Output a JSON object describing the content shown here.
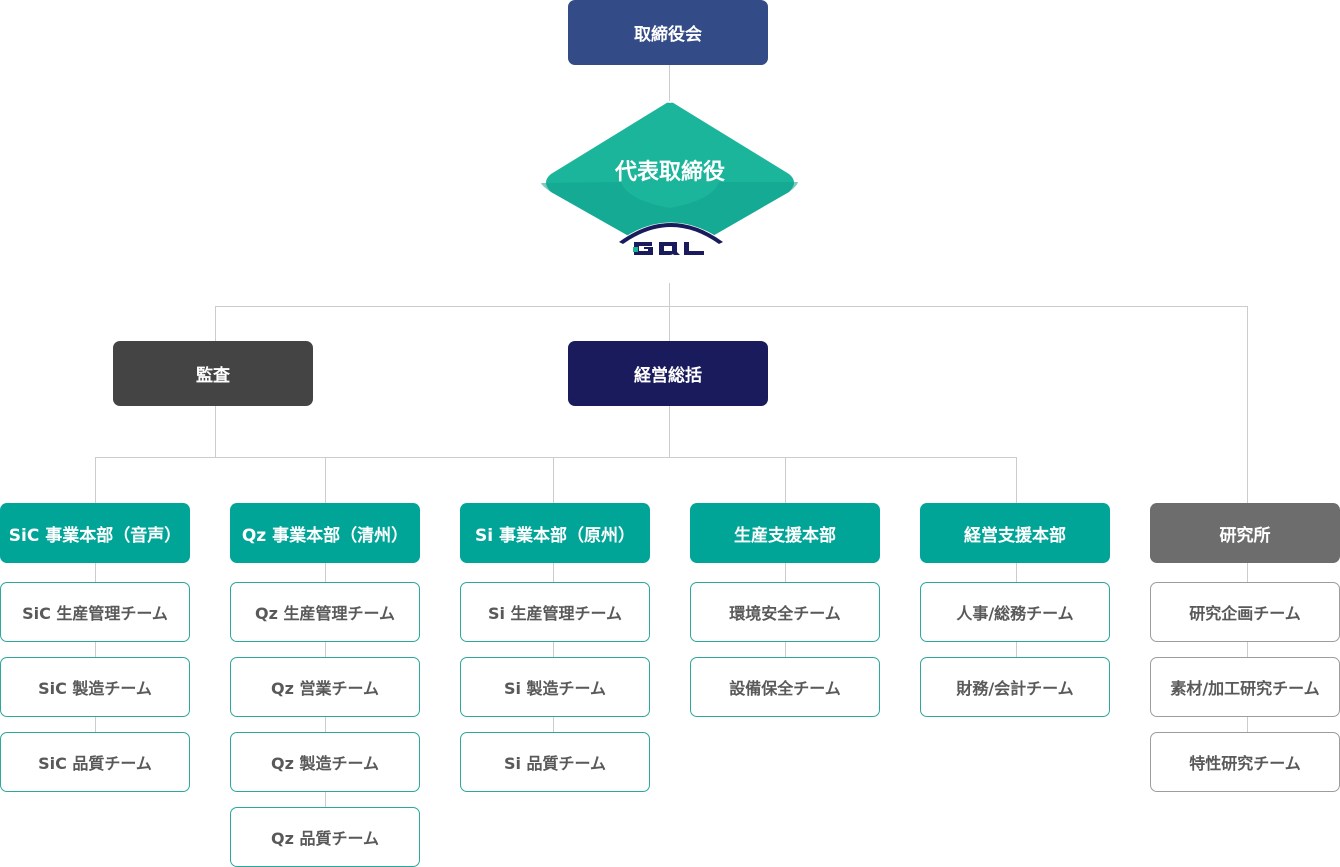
{
  "board": "取締役会",
  "ceo": {
    "label": "代表取締役",
    "logo_text": "GQL",
    "colors": {
      "top": "#1bb59b",
      "bottom": "#11a08c",
      "logo_dark": "#1a1b5d",
      "logo_accent": "#1bb59b"
    }
  },
  "audit": "監査",
  "management": "経営総括",
  "colors": {
    "board": "#334b86",
    "audit": "#444444",
    "management": "#1a1b5d",
    "division": "#00a597",
    "research": "#6d6d6d",
    "connector": "#cccccc"
  },
  "divisions": [
    {
      "label": "SiC 事業本部（音声）",
      "teams": [
        "SiC 生産管理チーム",
        "SiC 製造チーム",
        "SiC 品質チーム"
      ]
    },
    {
      "label": "Qz 事業本部（清州）",
      "teams": [
        "Qz 生産管理チーム",
        "Qz 営業チーム",
        "Qz 製造チーム",
        "Qz 品質チーム"
      ]
    },
    {
      "label": "Si 事業本部（原州）",
      "teams": [
        "Si 生産管理チーム",
        "Si 製造チーム",
        "Si 品質チーム"
      ]
    },
    {
      "label": "生産支援本部",
      "teams": [
        "環境安全チーム",
        "設備保全チーム"
      ]
    },
    {
      "label": "経営支援本部",
      "teams": [
        "人事/総務チーム",
        "財務/会計チーム"
      ]
    },
    {
      "label": "研究所",
      "teams": [
        "研究企画チーム",
        "素材/加工研究チーム",
        "特性研究チーム"
      ]
    }
  ]
}
